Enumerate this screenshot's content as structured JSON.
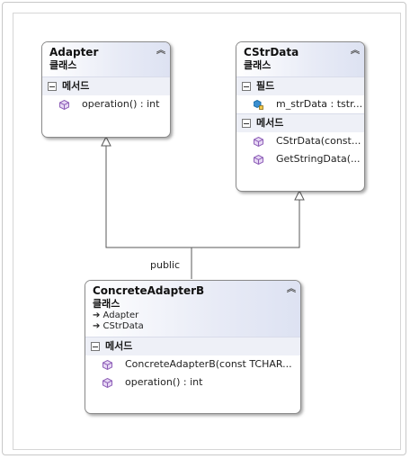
{
  "colors": {
    "border": "#8a8a8a",
    "header_gradient_end": "#dde2f2",
    "section_bg": "#eef0f7",
    "method_icon": "#8e5fb8",
    "field_icon": "#1f6fa8"
  },
  "classes": {
    "adapter": {
      "name": "Adapter",
      "stereotype": "클래스",
      "sections": [
        {
          "title": "메서드",
          "members": [
            {
              "icon": "method-icon",
              "text": "operation() : int"
            }
          ]
        }
      ]
    },
    "cstrdata": {
      "name": "CStrData",
      "stereotype": "클래스",
      "sections": [
        {
          "title": "필드",
          "members": [
            {
              "icon": "field-icon",
              "text": "m_strData : tstr..."
            }
          ]
        },
        {
          "title": "메서드",
          "members": [
            {
              "icon": "method-icon",
              "text": "CStrData(const..."
            },
            {
              "icon": "method-icon",
              "text": "GetStringData(..."
            }
          ]
        }
      ]
    },
    "concrete": {
      "name": "ConcreteAdapterB",
      "stereotype": "클래스",
      "inherits": [
        "➔ Adapter",
        "➔ CStrData"
      ],
      "sections": [
        {
          "title": "메서드",
          "members": [
            {
              "icon": "method-icon",
              "text": "ConcreteAdapterB(const  TCHAR..."
            },
            {
              "icon": "method-icon",
              "text": "operation() : int"
            }
          ]
        }
      ]
    }
  },
  "connector_label": "public",
  "collapse_glyph": "︽"
}
